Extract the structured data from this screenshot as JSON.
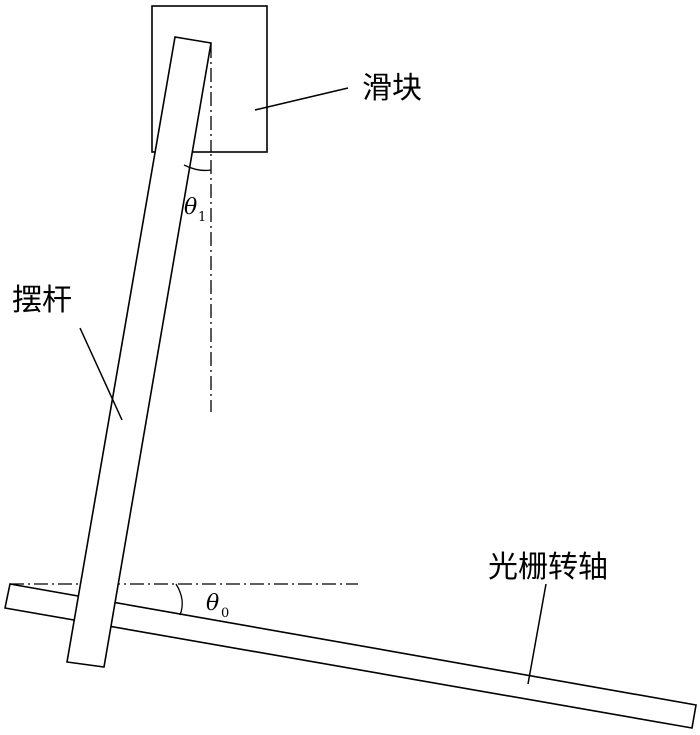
{
  "labels": {
    "slider": "滑块",
    "swing_rod": "摆杆",
    "grating_shaft": "光栅转轴",
    "angle_1_symbol": "θ",
    "angle_1_subscript": "1",
    "angle_0_symbol": "θ",
    "angle_0_subscript": "0"
  }
}
